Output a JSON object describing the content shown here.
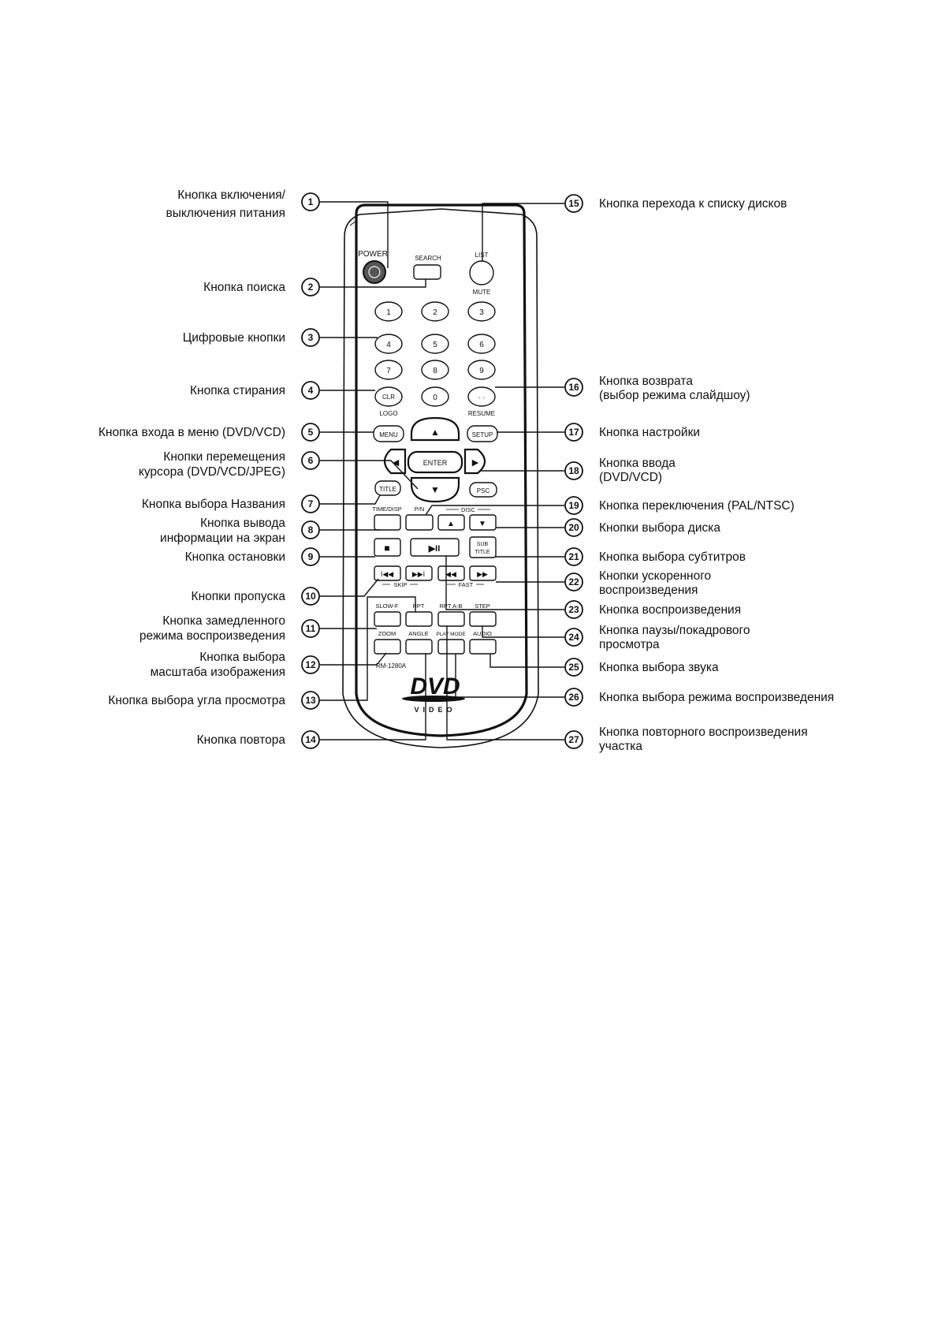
{
  "labels": {
    "l1a": "Кнопка включения/",
    "l1b": "выключения питания",
    "l2": "Кнопка поиска",
    "l3": "Цифровые кнопки",
    "l4": "Кнопка стирания",
    "l5": "Кнопка входа в меню (DVD/VCD)",
    "l6a": "Кнопки перемещения",
    "l6b": "курсора (DVD/VCD/JPEG)",
    "l7": "Кнопка выбора Названия",
    "l8a": "Кнопка вывода",
    "l8b": "информации на экран",
    "l9": "Кнопка остановки",
    "l10": "Кнопки пропуска",
    "l11a": "Кнопка замедленного",
    "l11b": "режима воспроизведения",
    "l12a": "Кнопка выбора",
    "l12b": "масштаба изображения",
    "l13": "Кнопка выбора угла просмотра",
    "l14": "Кнопка повтора",
    "l15": "Кнопка перехода к списку дисков",
    "l16a": "Кнопка возврата",
    "l16b": "(выбор режима слайдшоу)",
    "l17": "Кнопка настройки",
    "l18a": "Кнопка ввода",
    "l18b": "(DVD/VCD)",
    "l19": "Кнопка переключения (PAL/NTSC)",
    "l20": "Кнопки выбора диска",
    "l21": "Кнопка выбора субтитров",
    "l22a": "Кнопки ускоренного",
    "l22b": "воспроизведения",
    "l23": "Кнопка воспроизведения",
    "l24a": "Кнопка паузы/покадрового",
    "l24b": "просмотра",
    "l25": "Кнопка выбора звука",
    "l26": "Кнопка выбора режима воспроизведения",
    "l27a": "Кнопка повторного воспроизведения",
    "l27b": "участка"
  },
  "callout_numbers": [
    "1",
    "2",
    "3",
    "4",
    "5",
    "6",
    "7",
    "8",
    "9",
    "10",
    "11",
    "12",
    "13",
    "14",
    "15",
    "16",
    "17",
    "18",
    "19",
    "20",
    "21",
    "22",
    "23",
    "24",
    "25",
    "26",
    "27"
  ],
  "remote": {
    "power": "POWER",
    "search": "SEARCH",
    "list": "LIST",
    "mute": "MUTE",
    "digits": [
      "1",
      "2",
      "3",
      "4",
      "5",
      "6",
      "7",
      "8",
      "9",
      "0"
    ],
    "clr": "CLR",
    "logo": "LOGO",
    "resume": "RESUME",
    "menu": "MENU",
    "setup": "SETUP",
    "enter": "ENTER",
    "title": "TITLE",
    "psc": "PSC",
    "time_disp": "TIME/DISP",
    "pn": "P/N",
    "disc": "DISC",
    "sub_title_a": "SUB",
    "sub_title_b": "TITLE",
    "skip": "SKIP",
    "fast": "FAST",
    "slow_f": "SLOW-F",
    "rpt": "RPT",
    "rpt_ab": "RPT A-B",
    "step": "STEP",
    "zoom": "ZOOM",
    "angle": "ANGLE",
    "play_mode": "PLAY MODE",
    "audio": "AUDIO",
    "model": "RM-1280A",
    "dvd_logo": "DVD",
    "video_logo": "VIDEO"
  },
  "icons": {
    "up": "▲",
    "down": "▼",
    "left": "◀",
    "right": "▶",
    "stop": "■",
    "play_pause": "▶II",
    "skip_back": "I◀◀",
    "skip_fwd": "▶▶I",
    "rew": "◀◀",
    "ffw": "▶▶"
  }
}
